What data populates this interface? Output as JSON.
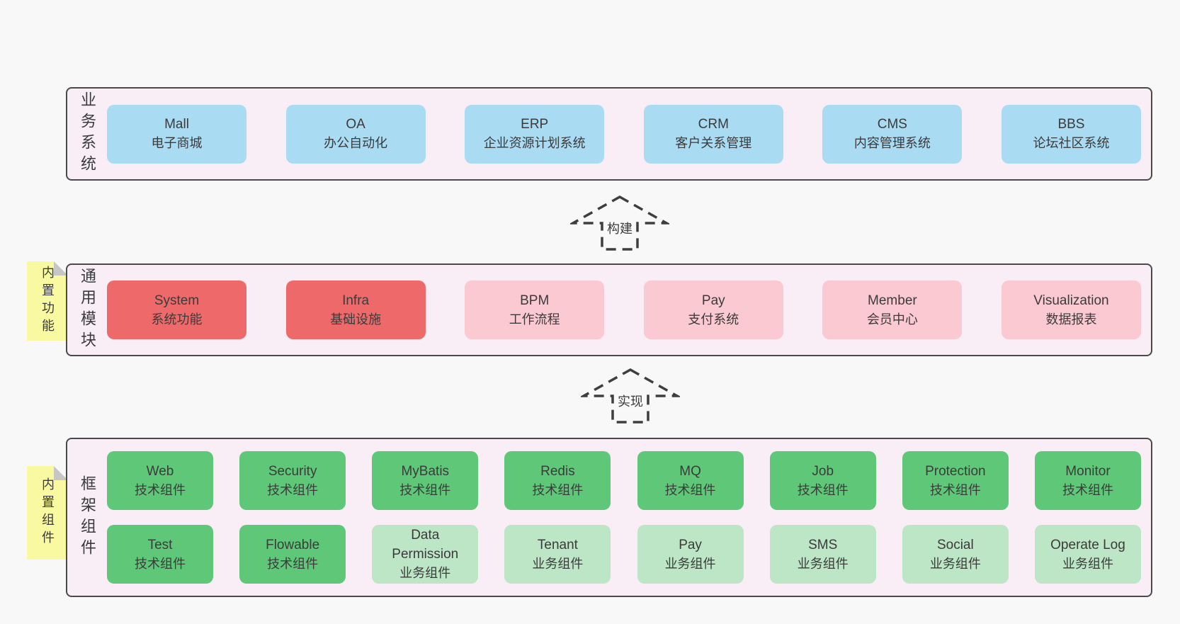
{
  "colors": {
    "page_bg": "#f8f8f8",
    "band_bg": "#f9edf6",
    "band_border": "#4a4a4a",
    "blue_box": "#a9dbf3",
    "red_box": "#ee6a6a",
    "pink_box": "#fbc9d1",
    "green_dark_box": "#5fc878",
    "green_light_box": "#bce6c6",
    "sticky_bg": "#f9f9a2",
    "sticky_fold": "#c6c6c6",
    "text": "#3b3b3b",
    "arrow_dash": "#3e3e3e"
  },
  "arrows": [
    {
      "label": "构建"
    },
    {
      "label": "实现"
    }
  ],
  "bands": [
    {
      "label": "业务系统",
      "boxes": [
        {
          "name": "Mall",
          "desc": "电子商城",
          "type": "blue"
        },
        {
          "name": "OA",
          "desc": "办公自动化",
          "type": "blue"
        },
        {
          "name": "ERP",
          "desc": "企业资源计划系统",
          "type": "blue"
        },
        {
          "name": "CRM",
          "desc": "客户关系管理",
          "type": "blue"
        },
        {
          "name": "CMS",
          "desc": "内容管理系统",
          "type": "blue"
        },
        {
          "name": "BBS",
          "desc": "论坛社区系统",
          "type": "blue"
        }
      ]
    },
    {
      "label": "通用模块",
      "sticky": "内置功能",
      "boxes": [
        {
          "name": "System",
          "desc": "系统功能",
          "type": "red"
        },
        {
          "name": "Infra",
          "desc": "基础设施",
          "type": "red"
        },
        {
          "name": "BPM",
          "desc": "工作流程",
          "type": "pink"
        },
        {
          "name": "Pay",
          "desc": "支付系统",
          "type": "pink"
        },
        {
          "name": "Member",
          "desc": "会员中心",
          "type": "pink"
        },
        {
          "name": "Visualization",
          "desc": "数据报表",
          "type": "pink"
        }
      ]
    },
    {
      "label": "框架组件",
      "sticky": "内置组件",
      "rows": [
        [
          {
            "name": "Web",
            "desc": "技术组件",
            "type": "green-dark"
          },
          {
            "name": "Security",
            "desc": "技术组件",
            "type": "green-dark"
          },
          {
            "name": "MyBatis",
            "desc": "技术组件",
            "type": "green-dark"
          },
          {
            "name": "Redis",
            "desc": "技术组件",
            "type": "green-dark"
          },
          {
            "name": "MQ",
            "desc": "技术组件",
            "type": "green-dark"
          },
          {
            "name": "Job",
            "desc": "技术组件",
            "type": "green-dark"
          },
          {
            "name": "Protection",
            "desc": "技术组件",
            "type": "green-dark"
          },
          {
            "name": "Monitor",
            "desc": "技术组件",
            "type": "green-dark"
          }
        ],
        [
          {
            "name": "Test",
            "desc": "技术组件",
            "type": "green-dark"
          },
          {
            "name": "Flowable",
            "desc": "技术组件",
            "type": "green-dark"
          },
          {
            "name": "Data Permission",
            "desc": "业务组件",
            "type": "green-light"
          },
          {
            "name": "Tenant",
            "desc": "业务组件",
            "type": "green-light"
          },
          {
            "name": "Pay",
            "desc": "业务组件",
            "type": "green-light"
          },
          {
            "name": "SMS",
            "desc": "业务组件",
            "type": "green-light"
          },
          {
            "name": "Social",
            "desc": "业务组件",
            "type": "green-light"
          },
          {
            "name": "Operate Log",
            "desc": "业务组件",
            "type": "green-light"
          }
        ]
      ]
    }
  ]
}
